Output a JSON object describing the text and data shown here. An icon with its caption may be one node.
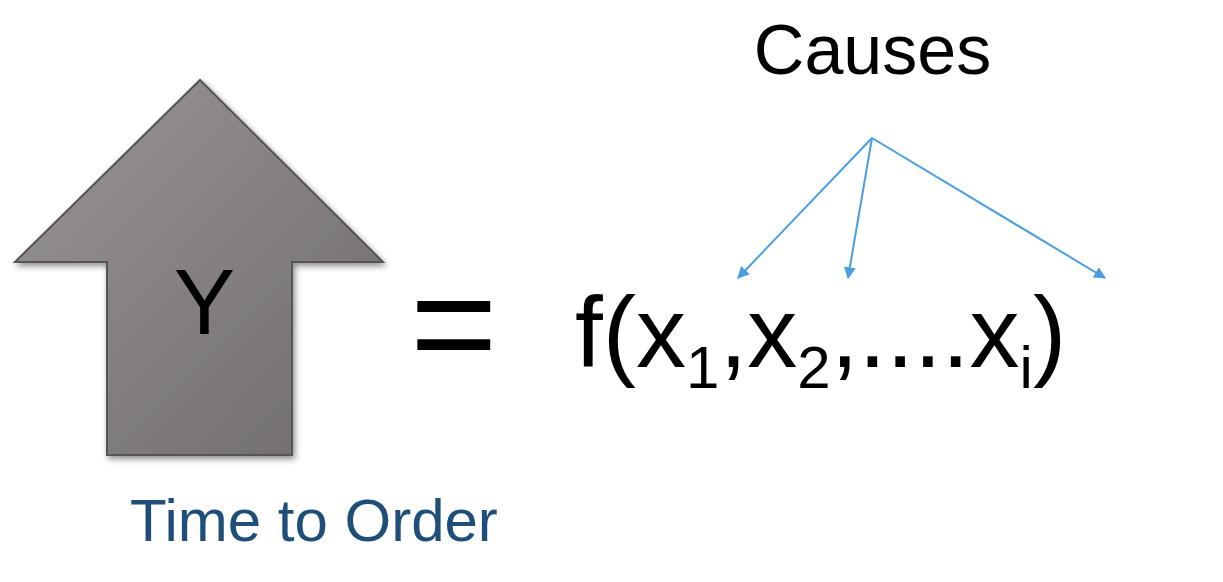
{
  "diagram": {
    "nodes": [
      {
        "text": [
          "Y"
        ],
        "beside": [
          "Time to Order"
        ]
      },
      {
        "text": [
          "Causes"
        ]
      },
      {
        "text": [
          "f(x$_{1}$,x$_{2}$,....x$_{i}$)"
        ]
      }
    ],
    "edges": [
      {
        "from": 1,
        "to": 2,
        "arrow": "to"
      },
      {
        "from": 1,
        "to": 2,
        "arrow": "to"
      },
      {
        "from": 1,
        "to": 2,
        "arrow": "to"
      }
    ],
    "labels": [
      "="
    ]
  }
}
